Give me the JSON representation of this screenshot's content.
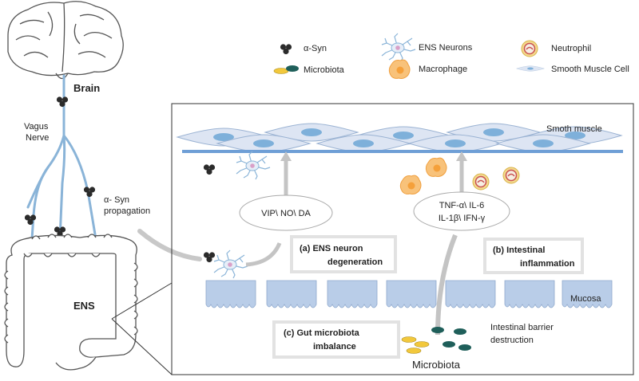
{
  "legend": {
    "a_syn": "α-Syn",
    "microbiota": "Microbiota",
    "ens_neurons": "ENS Neurons",
    "macrophage": "Macrophage",
    "neutrophil": "Neutrophil",
    "smooth_muscle_cell": "Smooth Muscle Cell"
  },
  "left": {
    "brain": "Brain",
    "vagus_line1": "Vagus",
    "vagus_line2": "Nerve",
    "prop_line1": "α- Syn",
    "prop_line2": "propagation",
    "ens": "ENS"
  },
  "panel": {
    "smooth_muscle": "Smoth muscle",
    "mucosa": "Mucosa",
    "vip": "VIP\\ NO\\ DA",
    "cytokines_line1": "TNF-α\\ IL-6",
    "cytokines_line2": "IL-1β\\ IFN-γ",
    "ens_deg_line1": "(a)    ENS neuron",
    "ens_deg_line2": "degeneration",
    "inflam_line1": "(b)     Intestinal",
    "inflam_line2": "inflammation",
    "gut_line1": "(c)     Gut microbiota",
    "gut_line2": "imbalance",
    "barrier_line1": "Intestinal barrier",
    "barrier_line2": "destruction",
    "microbiota": "Microbiota"
  },
  "colors": {
    "nerve": "#8ab4d8",
    "syn": "#2b2b2b",
    "muscle_fill": "#dde5f3",
    "muscle_nucleus": "#7eb0da",
    "muscle_line": "#6f9fd6",
    "mucosa": "#b9cde8",
    "microbe_yellow": "#f2c83c",
    "microbe_teal": "#1f5f5a",
    "macrophage": "#f5b04a",
    "neutrophil": "#f3d98e",
    "box_border": "#e2e2e2",
    "arrow": "#c4c4c4"
  }
}
